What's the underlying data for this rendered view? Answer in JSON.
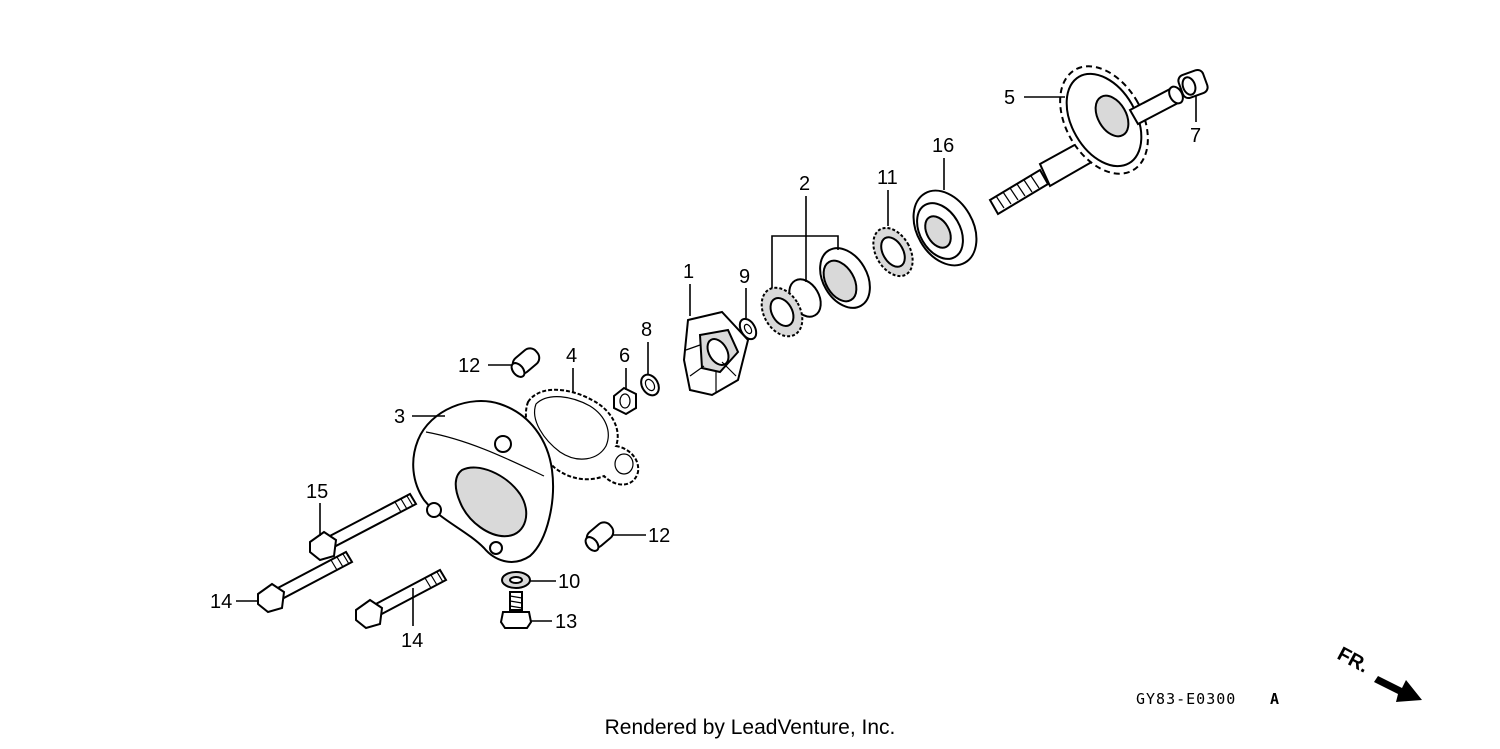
{
  "diagram": {
    "callouts": {
      "c1": "1",
      "c2": "2",
      "c3": "3",
      "c4": "4",
      "c5": "5",
      "c6": "6",
      "c7": "7",
      "c8": "8",
      "c9": "9",
      "c10": "10",
      "c11": "11",
      "c12a": "12",
      "c12b": "12",
      "c13": "13",
      "c14a": "14",
      "c14b": "14",
      "c15": "15",
      "c16": "16"
    },
    "diagram_code": "GY83-E0300",
    "diagram_code_suffix": "A",
    "front_label": "FR."
  },
  "footer": {
    "credit": "Rendered by LeadVenture, Inc."
  }
}
